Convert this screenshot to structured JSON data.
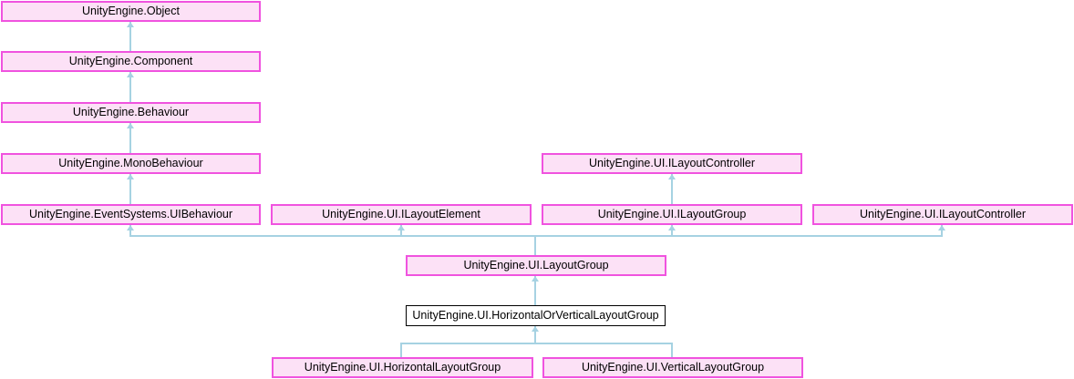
{
  "diagram": {
    "type": "class-inheritance-diagram",
    "description": "Unity scripting API inheritance graph for UI layout group classes",
    "colors": {
      "background": "#FFFFFF",
      "node_fill": "#FCE1F6",
      "node_border": "#F053DF",
      "current_node_fill": "#FFFFFF",
      "current_node_border": "#000000",
      "edge": "#A6D2E2",
      "text": "#000000"
    },
    "nodes": [
      {
        "id": "object",
        "label": "UnityEngine.Object",
        "current": false
      },
      {
        "id": "component",
        "label": "UnityEngine.Component",
        "current": false
      },
      {
        "id": "behaviour",
        "label": "UnityEngine.Behaviour",
        "current": false
      },
      {
        "id": "monobehaviour",
        "label": "UnityEngine.MonoBehaviour",
        "current": false
      },
      {
        "id": "ilayoutcontroller-parent",
        "label": "UnityEngine.UI.ILayoutController",
        "current": false
      },
      {
        "id": "uibehaviour",
        "label": "UnityEngine.EventSystems.UIBehaviour",
        "current": false
      },
      {
        "id": "ilayoutelement",
        "label": "UnityEngine.UI.ILayoutElement",
        "current": false
      },
      {
        "id": "ilayoutgroup",
        "label": "UnityEngine.UI.ILayoutGroup",
        "current": false
      },
      {
        "id": "ilayoutcontroller",
        "label": "UnityEngine.UI.ILayoutController",
        "current": false
      },
      {
        "id": "layoutgroup",
        "label": "UnityEngine.UI.LayoutGroup",
        "current": false
      },
      {
        "id": "horizontalorverticallayoutgroup",
        "label": "UnityEngine.UI.HorizontalOrVerticalLayoutGroup",
        "current": true
      },
      {
        "id": "horizontallayoutgroup",
        "label": "UnityEngine.UI.HorizontalLayoutGroup",
        "current": false
      },
      {
        "id": "verticallayoutgroup",
        "label": "UnityEngine.UI.VerticalLayoutGroup",
        "current": false
      }
    ],
    "edges": [
      {
        "from": "component",
        "to": "object"
      },
      {
        "from": "behaviour",
        "to": "component"
      },
      {
        "from": "monobehaviour",
        "to": "behaviour"
      },
      {
        "from": "uibehaviour",
        "to": "monobehaviour"
      },
      {
        "from": "ilayoutgroup",
        "to": "ilayoutcontroller-parent"
      },
      {
        "from": "layoutgroup",
        "to": "uibehaviour"
      },
      {
        "from": "layoutgroup",
        "to": "ilayoutelement"
      },
      {
        "from": "layoutgroup",
        "to": "ilayoutgroup"
      },
      {
        "from": "layoutgroup",
        "to": "ilayoutcontroller"
      },
      {
        "from": "horizontalorverticallayoutgroup",
        "to": "layoutgroup"
      },
      {
        "from": "horizontallayoutgroup",
        "to": "horizontalorverticallayoutgroup"
      },
      {
        "from": "verticallayoutgroup",
        "to": "horizontalorverticallayoutgroup"
      }
    ]
  }
}
